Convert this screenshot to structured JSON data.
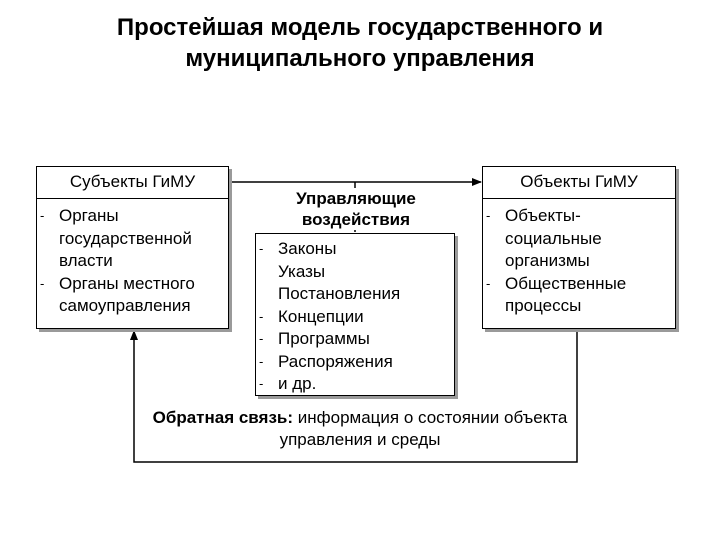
{
  "title": {
    "line1": "Простейшая модель государственного и",
    "line2": "муниципального управления"
  },
  "subjects": {
    "header": "Субъекты ГиМУ",
    "items": [
      "Органы государственной власти",
      "Органы местного самоуправления"
    ]
  },
  "objects": {
    "header": "Объекты ГиМУ",
    "items": [
      "Объекты-социальные организмы",
      "Общественные процессы"
    ]
  },
  "control": {
    "label": "Управляющие воздействия",
    "items": [
      {
        "bullet": "-",
        "text": "Законы"
      },
      {
        "bullet": "",
        "text": "Указы"
      },
      {
        "bullet": "",
        "text": "Постановления"
      },
      {
        "bullet": "-",
        "text": "Концепции"
      },
      {
        "bullet": "-",
        "text": "Программы"
      },
      {
        "bullet": "-",
        "text": "Распоряжения"
      },
      {
        "bullet": "-",
        "text": "и др."
      }
    ]
  },
  "feedback": {
    "label_bold": "Обратная связь:",
    "label_rest": " информация о состоянии объекта управления и среды"
  },
  "bullet_char": "-",
  "colors": {
    "line": "#000000",
    "shadow": "#9a9a9a"
  }
}
